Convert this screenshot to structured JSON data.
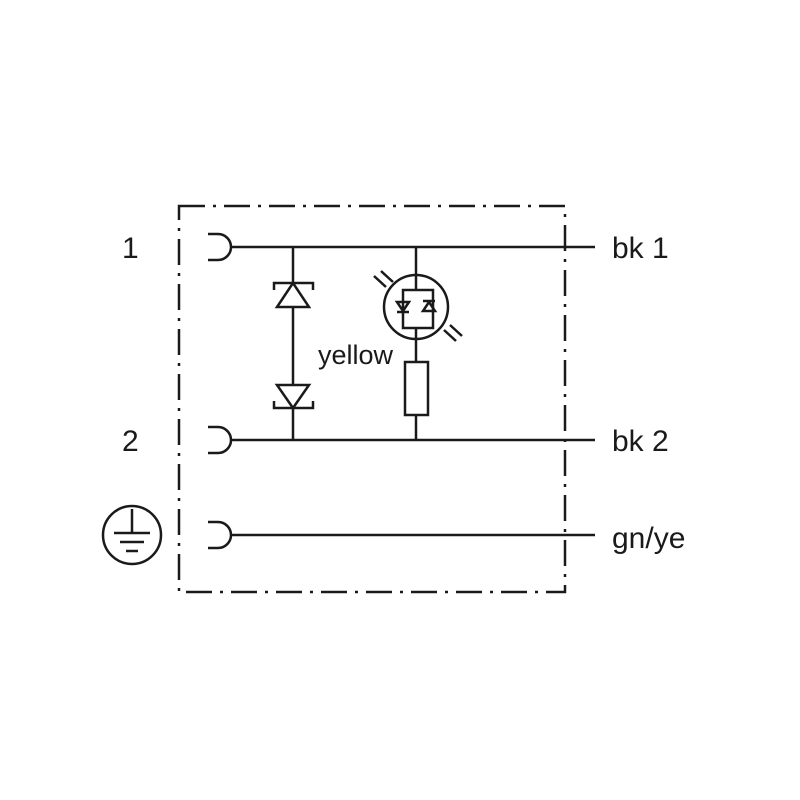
{
  "pins": {
    "pin1": "1",
    "pin2": "2"
  },
  "wires": {
    "wire1": "bk 1",
    "wire2": "bk 2",
    "wire3": "gn/ye"
  },
  "led_color": "yellow",
  "icons": {
    "earth": "protective-earth-icon",
    "led": "bicolor-led-icon",
    "diode": "zener-diode-icon",
    "resistor": "resistor-icon"
  },
  "colors": {
    "line": "#1a1a1a",
    "background": "#ffffff"
  }
}
